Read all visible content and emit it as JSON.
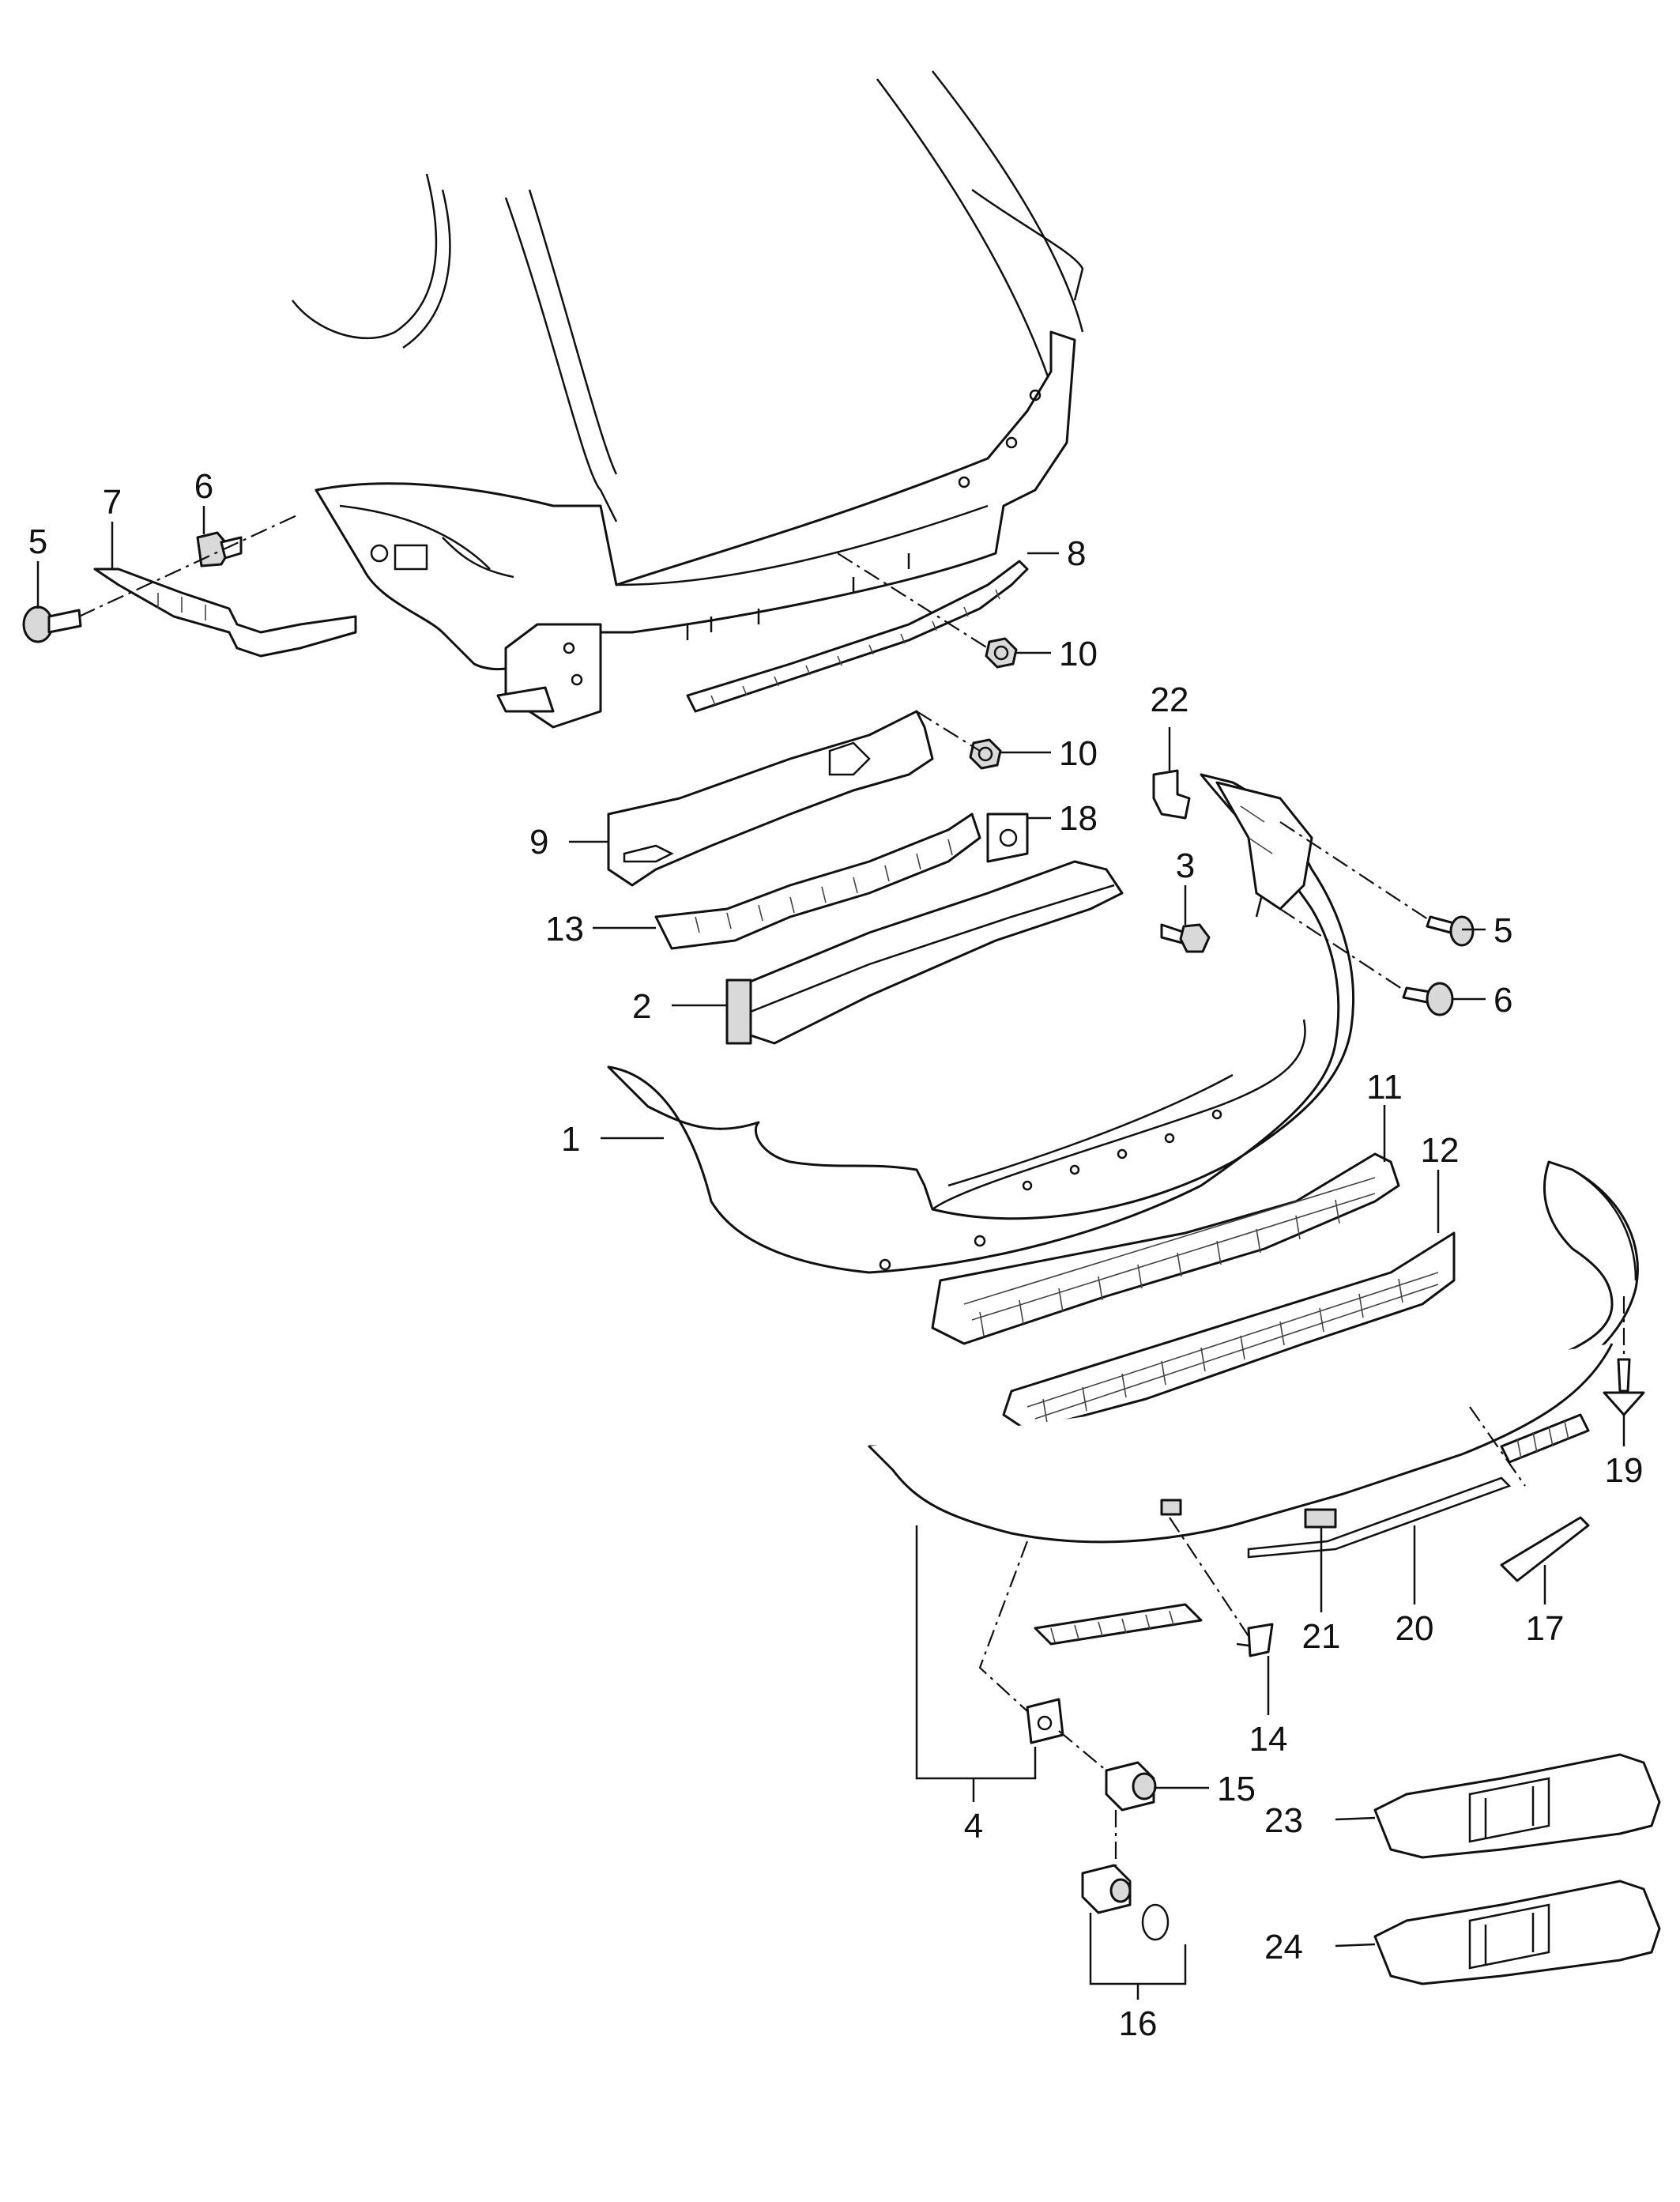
{
  "callouts": [
    "1",
    "2",
    "3",
    "4",
    "5",
    "6",
    "7",
    "8",
    "9",
    "10",
    "11",
    "12",
    "13",
    "14",
    "15",
    "16",
    "17",
    "18",
    "19",
    "20",
    "21",
    "22",
    "23",
    "24"
  ],
  "labels": {
    "l1": "1",
    "l2": "2",
    "l3": "3",
    "l4": "4",
    "l5a": "5",
    "l5b": "5",
    "l6a": "6",
    "l6b": "6",
    "l7": "7",
    "l8": "8",
    "l9": "9",
    "l10a": "10",
    "l10b": "10",
    "l11": "11",
    "l12": "12",
    "l13": "13",
    "l14": "14",
    "l15": "15",
    "l16": "16",
    "l17": "17",
    "l18": "18",
    "l19": "19",
    "l20": "20",
    "l21": "21",
    "l22": "22",
    "l23": "23",
    "l24": "24"
  },
  "colors": {
    "line": "#111111",
    "fill": "#ffffff",
    "shade": "#d9d9d9"
  }
}
